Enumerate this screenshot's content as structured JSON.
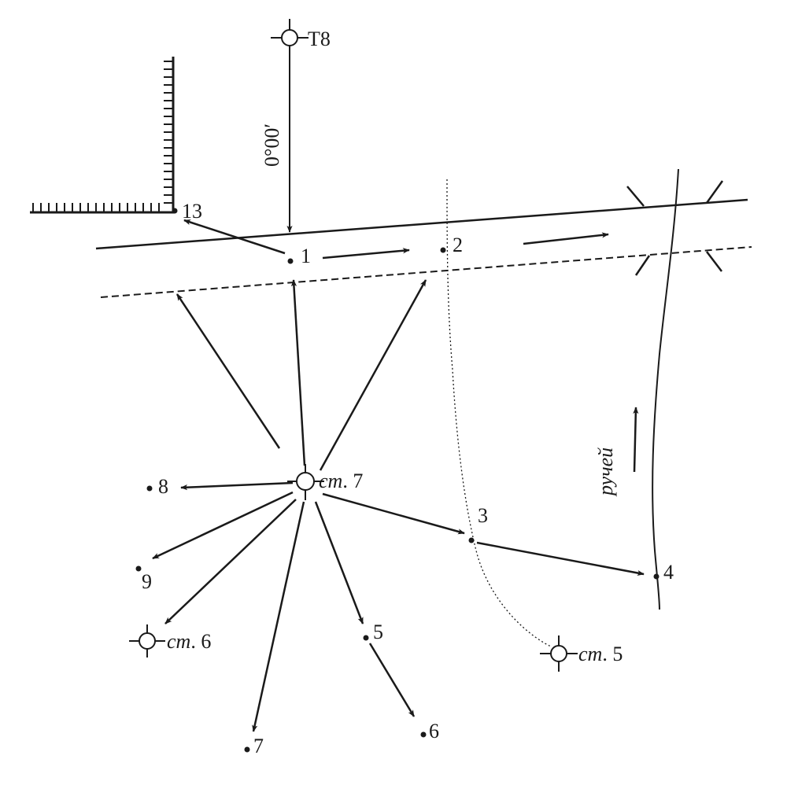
{
  "ink_color": "#1a1a1a",
  "paper_color": "#ffffff",
  "stations": {
    "T8": {
      "label": "T8"
    },
    "st7": {
      "label_it": "ст",
      "label_rest": ". 7"
    },
    "st6": {
      "label_it": "ст",
      "label_rest": ". 6"
    },
    "st5": {
      "label_it": "ст",
      "label_rest": ". 5"
    }
  },
  "direction_label": "0°00′",
  "stream_label": "ручей",
  "points": [
    {
      "id": "p1",
      "label": "1"
    },
    {
      "id": "p2",
      "label": "2"
    },
    {
      "id": "p3",
      "label": "3"
    },
    {
      "id": "p4",
      "label": "4"
    },
    {
      "id": "p5",
      "label": "5"
    },
    {
      "id": "p6",
      "label": "6"
    },
    {
      "id": "p7",
      "label": "7"
    },
    {
      "id": "p8",
      "label": "8"
    },
    {
      "id": "p9",
      "label": "9"
    },
    {
      "id": "p13",
      "label": "13"
    }
  ]
}
